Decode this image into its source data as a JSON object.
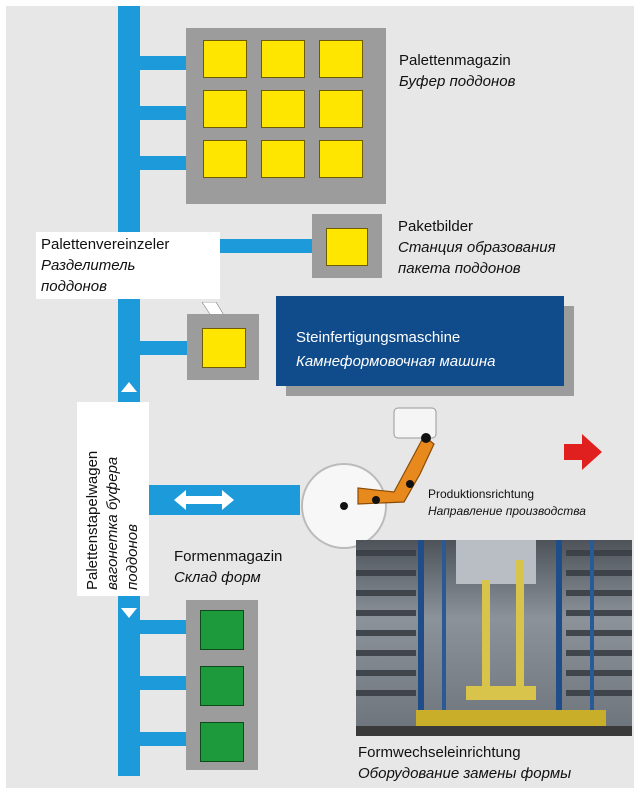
{
  "labels": {
    "palettenmagazin": {
      "de": "Palettenmagazin",
      "ru": "Буфер поддонов"
    },
    "paketbilder": {
      "de": "Paketbilder",
      "ru_line1": "Станция образования",
      "ru_line2": "пакета поддонов"
    },
    "palettenvereinzeler": {
      "de": "Palettenvereinzeler",
      "ru_line1": "Разделитель",
      "ru_line2": "поддонов"
    },
    "maschine": {
      "de": "Steinfertigungsmaschine",
      "ru": "Камнеформовочная машина"
    },
    "stapelwagen": {
      "de": "Palettenstapelwagen",
      "ru_line1": "вагонетка буфера",
      "ru_line2": "поддонов"
    },
    "produktionsrichtung": {
      "de": "Produktionsrichtung",
      "ru": "Направление производства"
    },
    "formenmagazin": {
      "de": "Formenmagazin",
      "ru": "Склад форм"
    },
    "formwechsel": {
      "de": "Formwechseleinrichtung",
      "ru": "Оборудование замены формы"
    }
  },
  "colors": {
    "background": "#e7e7e7",
    "conveyor": "#1d9ad9",
    "pallet": "#ffe600",
    "mold": "#1c9a3c",
    "machine": "#104b8b",
    "robot_arm": "#e8891e",
    "direction_arrow": "#e0201f"
  },
  "icons": {
    "direction": "red-arrow-right-icon",
    "shuttle": "double-arrow-icon"
  }
}
